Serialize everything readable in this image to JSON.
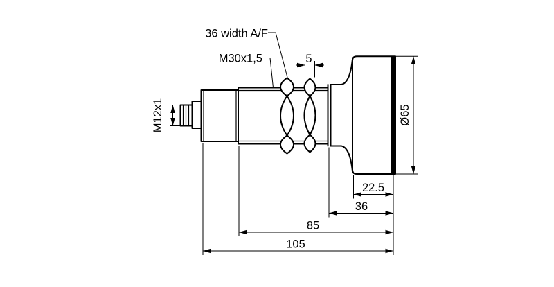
{
  "drawing": {
    "colors": {
      "background": "#ffffff",
      "line": "#000000",
      "sensor_face": "#000000"
    },
    "labels": {
      "wrench_flats": "36 width A/F",
      "body_thread": "M30x1,5",
      "connector_thread": "M12x1"
    },
    "dimensions": {
      "nut_width": "5",
      "head_diameter": "Ø65",
      "head_length": "22.5",
      "head_section_length": "36",
      "body_length": "85",
      "overall_length": "105"
    }
  }
}
